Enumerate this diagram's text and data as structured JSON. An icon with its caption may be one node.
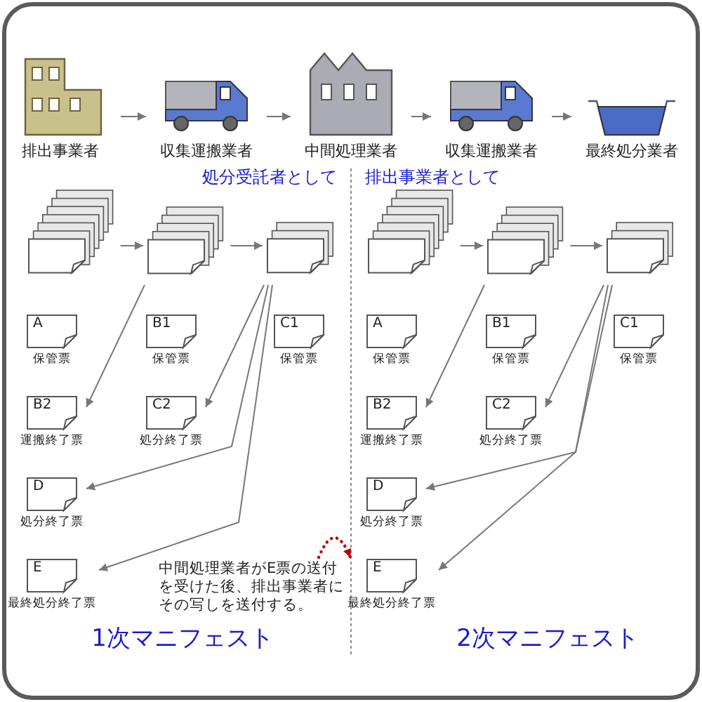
{
  "diagram": {
    "nodes": [
      {
        "text": [
          "排出事業者"
        ]
      },
      {
        "text": [
          "収集運搬業者"
        ]
      },
      {
        "text": [
          "中間処理業者"
        ]
      },
      {
        "text": [
          "収集運搬業者"
        ]
      },
      {
        "text": [
          "最終処分業者"
        ]
      },
      {
        "text": [],
        "shape": "stack"
      },
      {
        "text": [],
        "shape": "stack"
      },
      {
        "text": [],
        "shape": "stack"
      },
      {
        "text": [
          "A",
          "保管票"
        ]
      },
      {
        "text": [
          "B1",
          "保管票"
        ]
      },
      {
        "text": [
          "C1",
          "保管票"
        ]
      },
      {
        "text": [
          "B2",
          "運搬終了票"
        ]
      },
      {
        "text": [
          "C2",
          "処分終了票"
        ]
      },
      {
        "text": [
          "D",
          "処分終了票"
        ]
      },
      {
        "text": [
          "E",
          "最終処分終了票"
        ]
      },
      {
        "text": [],
        "shape": "stack"
      },
      {
        "text": [],
        "shape": "stack"
      },
      {
        "text": [],
        "shape": "stack"
      },
      {
        "text": [
          "A",
          "保管票"
        ]
      },
      {
        "text": [
          "B1",
          "保管票"
        ]
      },
      {
        "text": [
          "C1",
          "保管票"
        ]
      },
      {
        "text": [
          "B2",
          "運搬終了票"
        ]
      },
      {
        "text": [
          "C2",
          "処分終了票"
        ]
      },
      {
        "text": [
          "D",
          "処分終了票"
        ]
      },
      {
        "text": [
          "E",
          "最終処分終了票"
        ]
      },
      {
        "text": [
          "中間処理業者がE票の送付を受けた後、排出事業者にその写しを送付する。"
        ]
      }
    ],
    "edges": [
      {
        "from": 0,
        "to": 1,
        "arrow": "to"
      },
      {
        "from": 1,
        "to": 2,
        "arrow": "to"
      },
      {
        "from": 2,
        "to": 3,
        "arrow": "to"
      },
      {
        "from": 3,
        "to": 4,
        "arrow": "to"
      },
      {
        "from": 5,
        "to": 6,
        "arrow": "to"
      },
      {
        "from": 6,
        "to": 7,
        "arrow": "to"
      },
      {
        "from": 6,
        "to": 11,
        "arrow": "to"
      },
      {
        "from": 7,
        "to": 12,
        "arrow": "to"
      },
      {
        "from": 7,
        "to": 13,
        "arrow": "to"
      },
      {
        "from": 7,
        "to": 14,
        "arrow": "to"
      },
      {
        "from": 15,
        "to": 16,
        "arrow": "to"
      },
      {
        "from": 16,
        "to": 17,
        "arrow": "to"
      },
      {
        "from": 16,
        "to": 21,
        "arrow": "to"
      },
      {
        "from": 17,
        "to": 22,
        "arrow": "to"
      },
      {
        "from": 17,
        "to": 23,
        "arrow": "to"
      },
      {
        "from": 17,
        "to": 24,
        "arrow": "to"
      },
      {
        "from": 25,
        "to": 24,
        "arrow": "to",
        "style": "dashed",
        "color": "#bb0000"
      }
    ],
    "labels": [
      "処分受託者として",
      "排出事業者として",
      "1次マニフェスト",
      "2次マニフェスト"
    ]
  }
}
